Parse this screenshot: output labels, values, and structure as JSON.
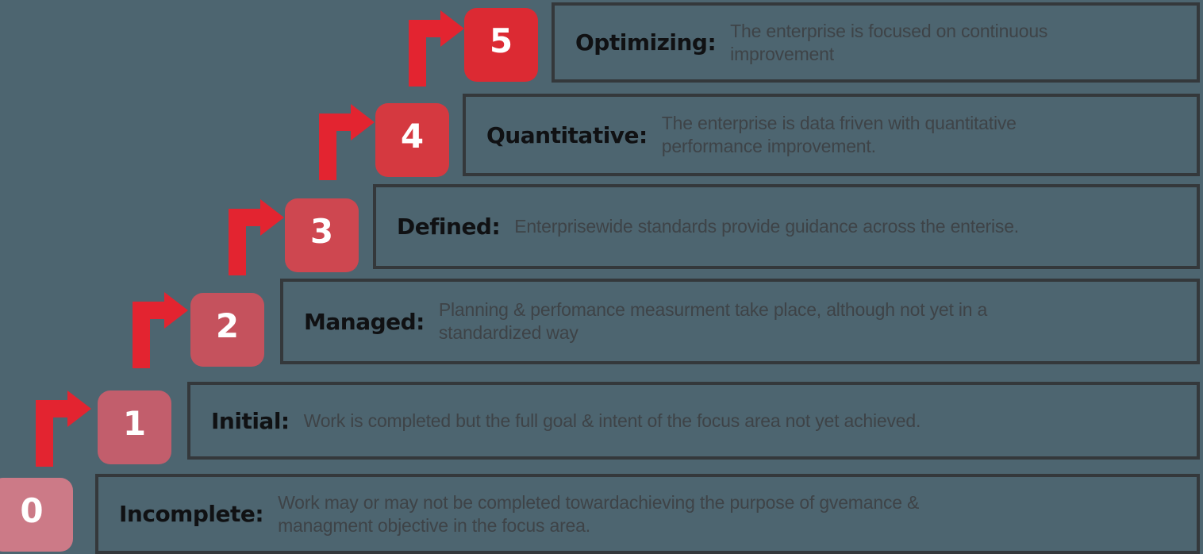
{
  "title": "Maturity levels staircase diagram",
  "colors": {
    "background": "#4D6570",
    "box_border": "#34383B",
    "arrow": "#E32430",
    "number_text": "#FFFFFF",
    "label_text": "#101113",
    "body_text": "#3E4347"
  },
  "levels": [
    {
      "number": "5",
      "label": "Optimizing:",
      "description": "The enterprise is focused on continuous\nimprovement",
      "color": "#DC2A33"
    },
    {
      "number": "4",
      "label": "Quantitative:",
      "description": "The enterprise is data friven with quantitative\nperformance improvement.",
      "color": "#D53940"
    },
    {
      "number": "3",
      "label": "Defined:",
      "description": "Enterprisewide standards provide guidance across the enterise.",
      "color": "#CE4750"
    },
    {
      "number": "2",
      "label": "Managed:",
      "description": "Planning & perfomance measurment take place, although not yet in a\nstandardized way",
      "color": "#C5525D"
    },
    {
      "number": "1",
      "label": "Initial:",
      "description": "Work is completed but the full goal & intent of the focus area not yet achieved.",
      "color": "#C25E6C"
    },
    {
      "number": "0",
      "label": "Incomplete:",
      "description": "Work may or may not be completed towardachieving the purpose of gvemance &\nmanagment objective in the focus area.",
      "color": "#CC7A87"
    }
  ]
}
